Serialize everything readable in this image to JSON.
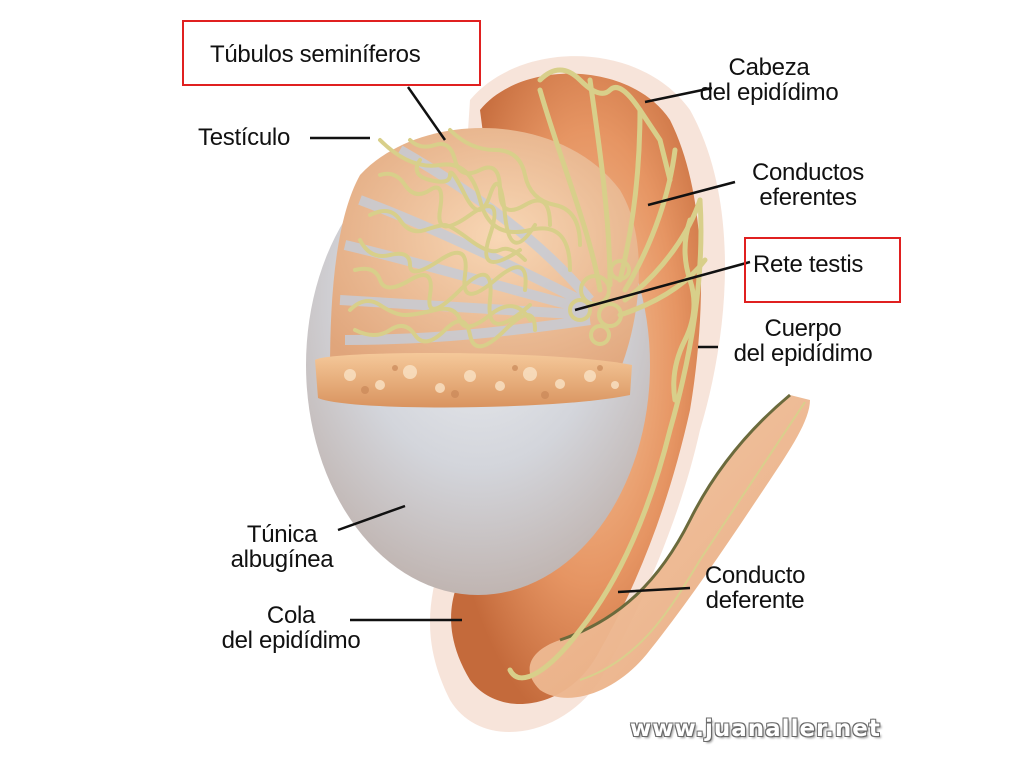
{
  "labels": {
    "tubulos": "Túbulos seminíferos",
    "testiculo": "Testículo",
    "cabeza_1": "Cabeza",
    "cabeza_2": "del epidídimo",
    "conductos_1": "Conductos",
    "conductos_2": "eferentes",
    "rete": "Rete testis",
    "cuerpo_1": "Cuerpo",
    "cuerpo_2": "del epidídimo",
    "tunica_1": "Túnica",
    "tunica_2": "albugínea",
    "cola_1": "Cola",
    "cola_2": "del epidídimo",
    "conducto_def_1": "Conducto",
    "conducto_def_2": "deferente"
  },
  "watermark": "www.juanaller.net",
  "highlighted_labels": [
    "Túbulos seminíferos",
    "Rete testis"
  ],
  "colors": {
    "highlight_box": "#e02020",
    "tubules": "#d8cf8a",
    "epididymis": "#e2935f",
    "tunica": "#c9ccd3",
    "label_text": "#111111",
    "leader_lines": "#111111"
  }
}
